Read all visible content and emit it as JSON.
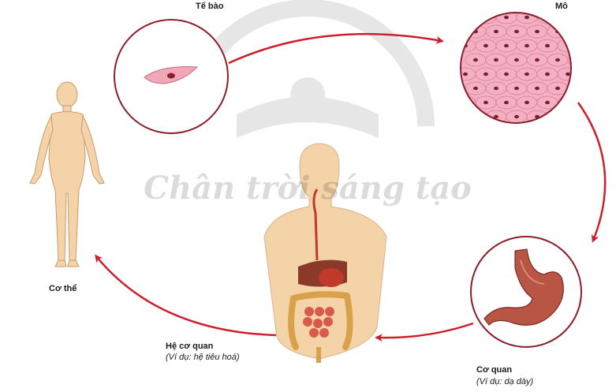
{
  "watermark": {
    "text": "Chân trời sáng tạo"
  },
  "stages": {
    "cell": {
      "label": "Tế bào"
    },
    "tissue": {
      "label": "Mô"
    },
    "organ": {
      "label": "Cơ quan",
      "example": "(Ví dụ: dạ dày)"
    },
    "organ_system": {
      "label": "Hệ cơ quan",
      "example": "(Ví dụ: hệ tiêu hoá)"
    },
    "body": {
      "label": "Cơ thể"
    }
  },
  "colors": {
    "arrow": "#cc1f2b",
    "skin": "#f5d3a8",
    "tissue": "#f4b0c3",
    "stomach": "#b95545"
  }
}
